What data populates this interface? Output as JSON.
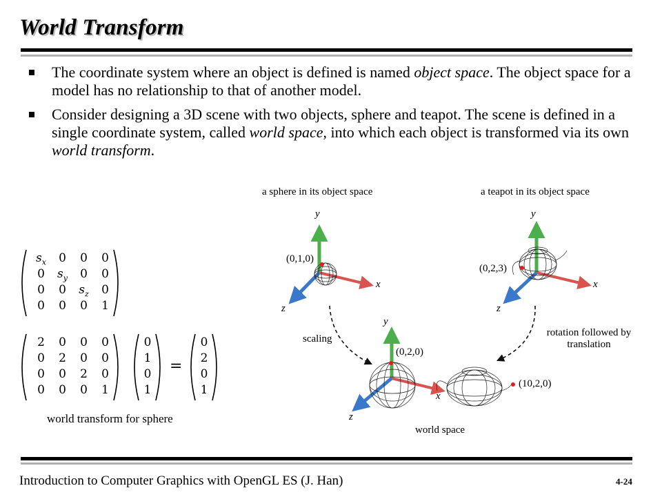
{
  "slide": {
    "title": "World Transform",
    "bullets": [
      {
        "parts": [
          {
            "text": "The coordinate system where an object is defined is named ",
            "italic": false
          },
          {
            "text": "object space",
            "italic": true
          },
          {
            "text": ". The object space for a model has no relationship to that of another model.",
            "italic": false
          }
        ]
      },
      {
        "parts": [
          {
            "text": "Consider designing a 3D scene with two objects, sphere and teapot. The scene is defined in a single coordinate system, called ",
            "italic": false
          },
          {
            "text": "world space",
            "italic": true
          },
          {
            "text": ", into which each object is transformed via its own ",
            "italic": false
          },
          {
            "text": "world transform",
            "italic": true
          },
          {
            "text": ".",
            "italic": false
          }
        ]
      }
    ],
    "footer": {
      "left": "Introduction to Computer Graphics with OpenGL ES (J. Han)",
      "page": "4-24"
    }
  },
  "diagram": {
    "sphere_caption": "a sphere in its object space",
    "teapot_caption": "a teapot in its object space",
    "world_caption": "world space",
    "scaling_label": "scaling",
    "rotation_label_1": "rotation followed by",
    "rotation_label_2": "translation",
    "sphere_point": "(0,1,0)",
    "teapot_point": "(0,2,3)",
    "world_sphere_point": "(0,2,0)",
    "world_teapot_point": "(10,2,0)",
    "axis_x": "x",
    "axis_y": "y",
    "axis_z": "z",
    "colors": {
      "x_axis": "#d9534f",
      "y_axis": "#4cae4c",
      "z_axis": "#3a78c9",
      "point": "#e02020"
    }
  },
  "matrices": {
    "scale_matrix": [
      [
        "s_x",
        "0",
        "0",
        "0"
      ],
      [
        "0",
        "s_y",
        "0",
        "0"
      ],
      [
        "0",
        "0",
        "s_z",
        "0"
      ],
      [
        "0",
        "0",
        "0",
        "1"
      ]
    ],
    "world_matrix": [
      [
        "2",
        "0",
        "0",
        "0"
      ],
      [
        "0",
        "2",
        "0",
        "0"
      ],
      [
        "0",
        "0",
        "2",
        "0"
      ],
      [
        "0",
        "0",
        "0",
        "1"
      ]
    ],
    "input_vector": [
      "0",
      "1",
      "0",
      "1"
    ],
    "equals": "=",
    "output_vector": [
      "0",
      "2",
      "0",
      "1"
    ],
    "caption": "world transform for sphere"
  }
}
